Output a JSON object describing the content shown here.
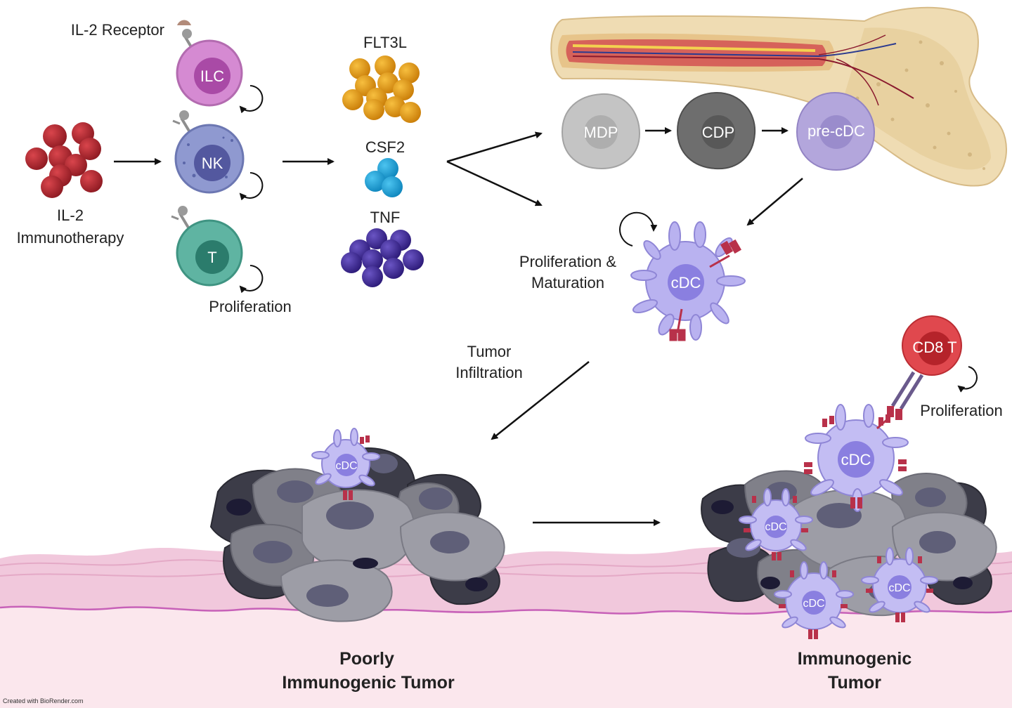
{
  "labels": {
    "il2_receptor": "IL-2 Receptor",
    "il2_line1": "IL-2",
    "il2_line2": "Immunotherapy",
    "proliferation_top": "Proliferation",
    "flt3l": "FLT3L",
    "csf2": "CSF2",
    "tnf": "TNF",
    "prolif_mat_line1": "Proliferation &",
    "prolif_mat_line2": "Maturation",
    "tumor_inf_line1": "Tumor",
    "tumor_inf_line2": "Infiltration",
    "proliferation_right": "Proliferation",
    "poor_line1": "Poorly",
    "poor_line2": "Immunogenic Tumor",
    "immuno_line1": "Immunogenic",
    "immuno_line2": "Tumor",
    "credit": "Created with BioRender.com"
  },
  "cells": {
    "ilc": "ILC",
    "nk": "NK",
    "t": "T",
    "mdp": "MDP",
    "cdp": "CDP",
    "precdc": "pre-cDC",
    "cdc_main": "cDC",
    "cdc_poor": "cDC",
    "cdc_imm_top": "cDC",
    "cdc_imm_left": "cDC",
    "cdc_imm_bottom": "cDC",
    "cdc_imm_right": "cDC",
    "cd8t": "CD8 T"
  },
  "colors": {
    "il2": "#b42a32",
    "flt3l": "#e39a16",
    "csf2": "#1e9fd6",
    "tnf": "#3f2a90",
    "ilc": "#cc77c8",
    "nk": "#7b86c4",
    "t": "#3c9e8a",
    "cdc": "#b9b2f0",
    "cd8t": "#d63b41",
    "tumor": "#6f6f7c",
    "skin": "#f3cfe2"
  }
}
